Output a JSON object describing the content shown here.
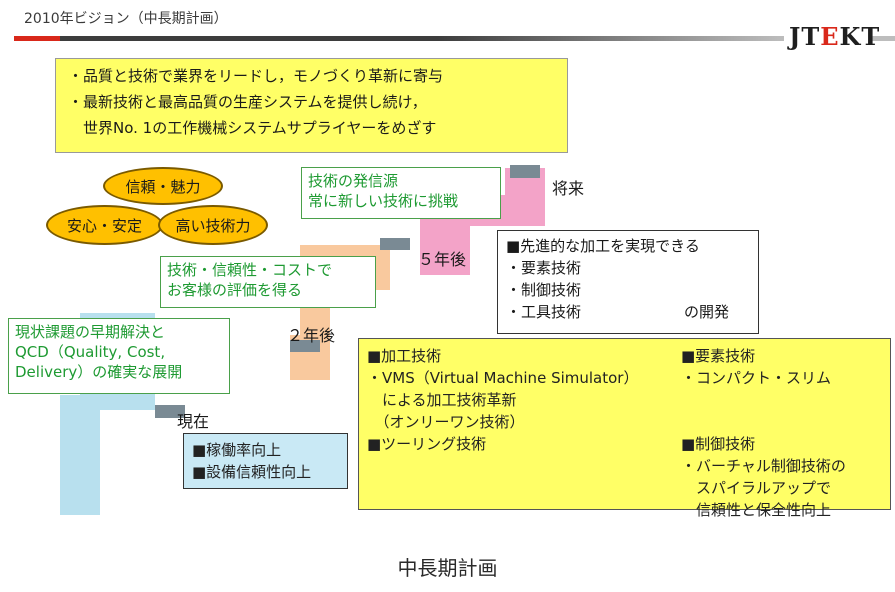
{
  "header": {
    "title": "2010年ビジョン（中長期計画）",
    "logo_left": "JT",
    "logo_accent": "E",
    "logo_right": "KT"
  },
  "vision_lines": [
    "・品質と技術で業界をリードし，モノづくり革新に寄与",
    "・最新技術と最高品質の生産システムを提供し続け，",
    "　世界No. 1の工作機械システムサプライヤーをめざす"
  ],
  "values": [
    "信頼・魅力",
    "安心・安定",
    "高い技術力"
  ],
  "stages": {
    "now": "現在",
    "two_years": "２年後",
    "five_years": "５年後",
    "future": "将来"
  },
  "goals": {
    "now": [
      "現状課題の早期解決と",
      "QCD（Quality, Cost,",
      "Delivery）の確実な展開"
    ],
    "two_years": [
      "技術・信頼性・コストで",
      "お客様の評価を得る"
    ],
    "future": [
      "技術の発信源",
      "常に新しい技術に挑戦"
    ]
  },
  "now_actions": [
    "■稼働率向上",
    "■設備信頼性向上"
  ],
  "advanced": {
    "title": "■先進的な加工を実現できる",
    "items": [
      "・要素技術",
      "・制御技術",
      "・工具技術"
    ],
    "suffix": "の開発"
  },
  "tech_plan": {
    "processing_title": "■加工技術",
    "processing_lines": [
      "・VMS（Virtual Machine Simulator）",
      "　による加工技術革新",
      "　（オンリーワン技術）"
    ],
    "tooling_title": "■ツーリング技術",
    "element_title": "■要素技術",
    "element_lines": [
      "・コンパクト・スリム"
    ],
    "control_title": "■制御技術",
    "control_lines": [
      "・バーチャル制御技術の",
      "　スパイラルアップで",
      "　信頼性と保全性向上"
    ]
  },
  "caption": "中長期計画",
  "colors": {
    "accent_red": "#d9281a",
    "vision_yellow": "#ffff66",
    "oval_orange": "#ffc000",
    "step1": "#b8e0ee",
    "step2": "#f9c99e",
    "step3": "#f3a3c8",
    "goal_green": "#1e9a32"
  }
}
